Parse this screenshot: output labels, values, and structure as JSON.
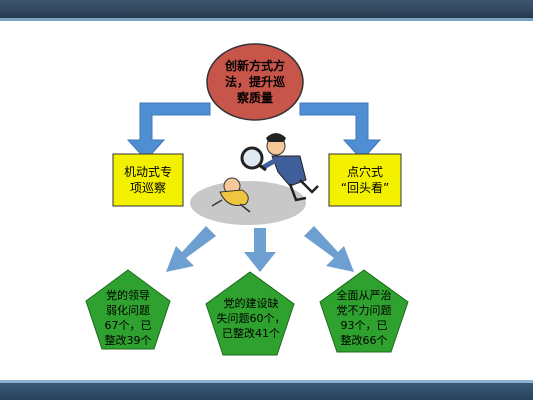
{
  "colors": {
    "top_node_fill": "#c8554a",
    "side_node_fill": "#f3f000",
    "bottom_node_fill": "#2fa12f",
    "arrow_fill": "#6d9fd1",
    "connector_fill": "#4f8ed2"
  },
  "top_node": {
    "label": "创新方式方\n法，提升巡\n察质量"
  },
  "left_node": {
    "label": "机动式专\n项巡察"
  },
  "right_node": {
    "label": "点穴式\n“回头看”"
  },
  "bottom_nodes": [
    {
      "label": "党的领导\n弱化问题\n67个，已\n整改39个"
    },
    {
      "label": "党的建设缺\n失问题60个，\n已整改41个"
    },
    {
      "label": "全面从严治\n党不力问题\n93个，已\n整改66个"
    }
  ],
  "illustration": {
    "icon": "magnifier-inspector-illustration"
  }
}
